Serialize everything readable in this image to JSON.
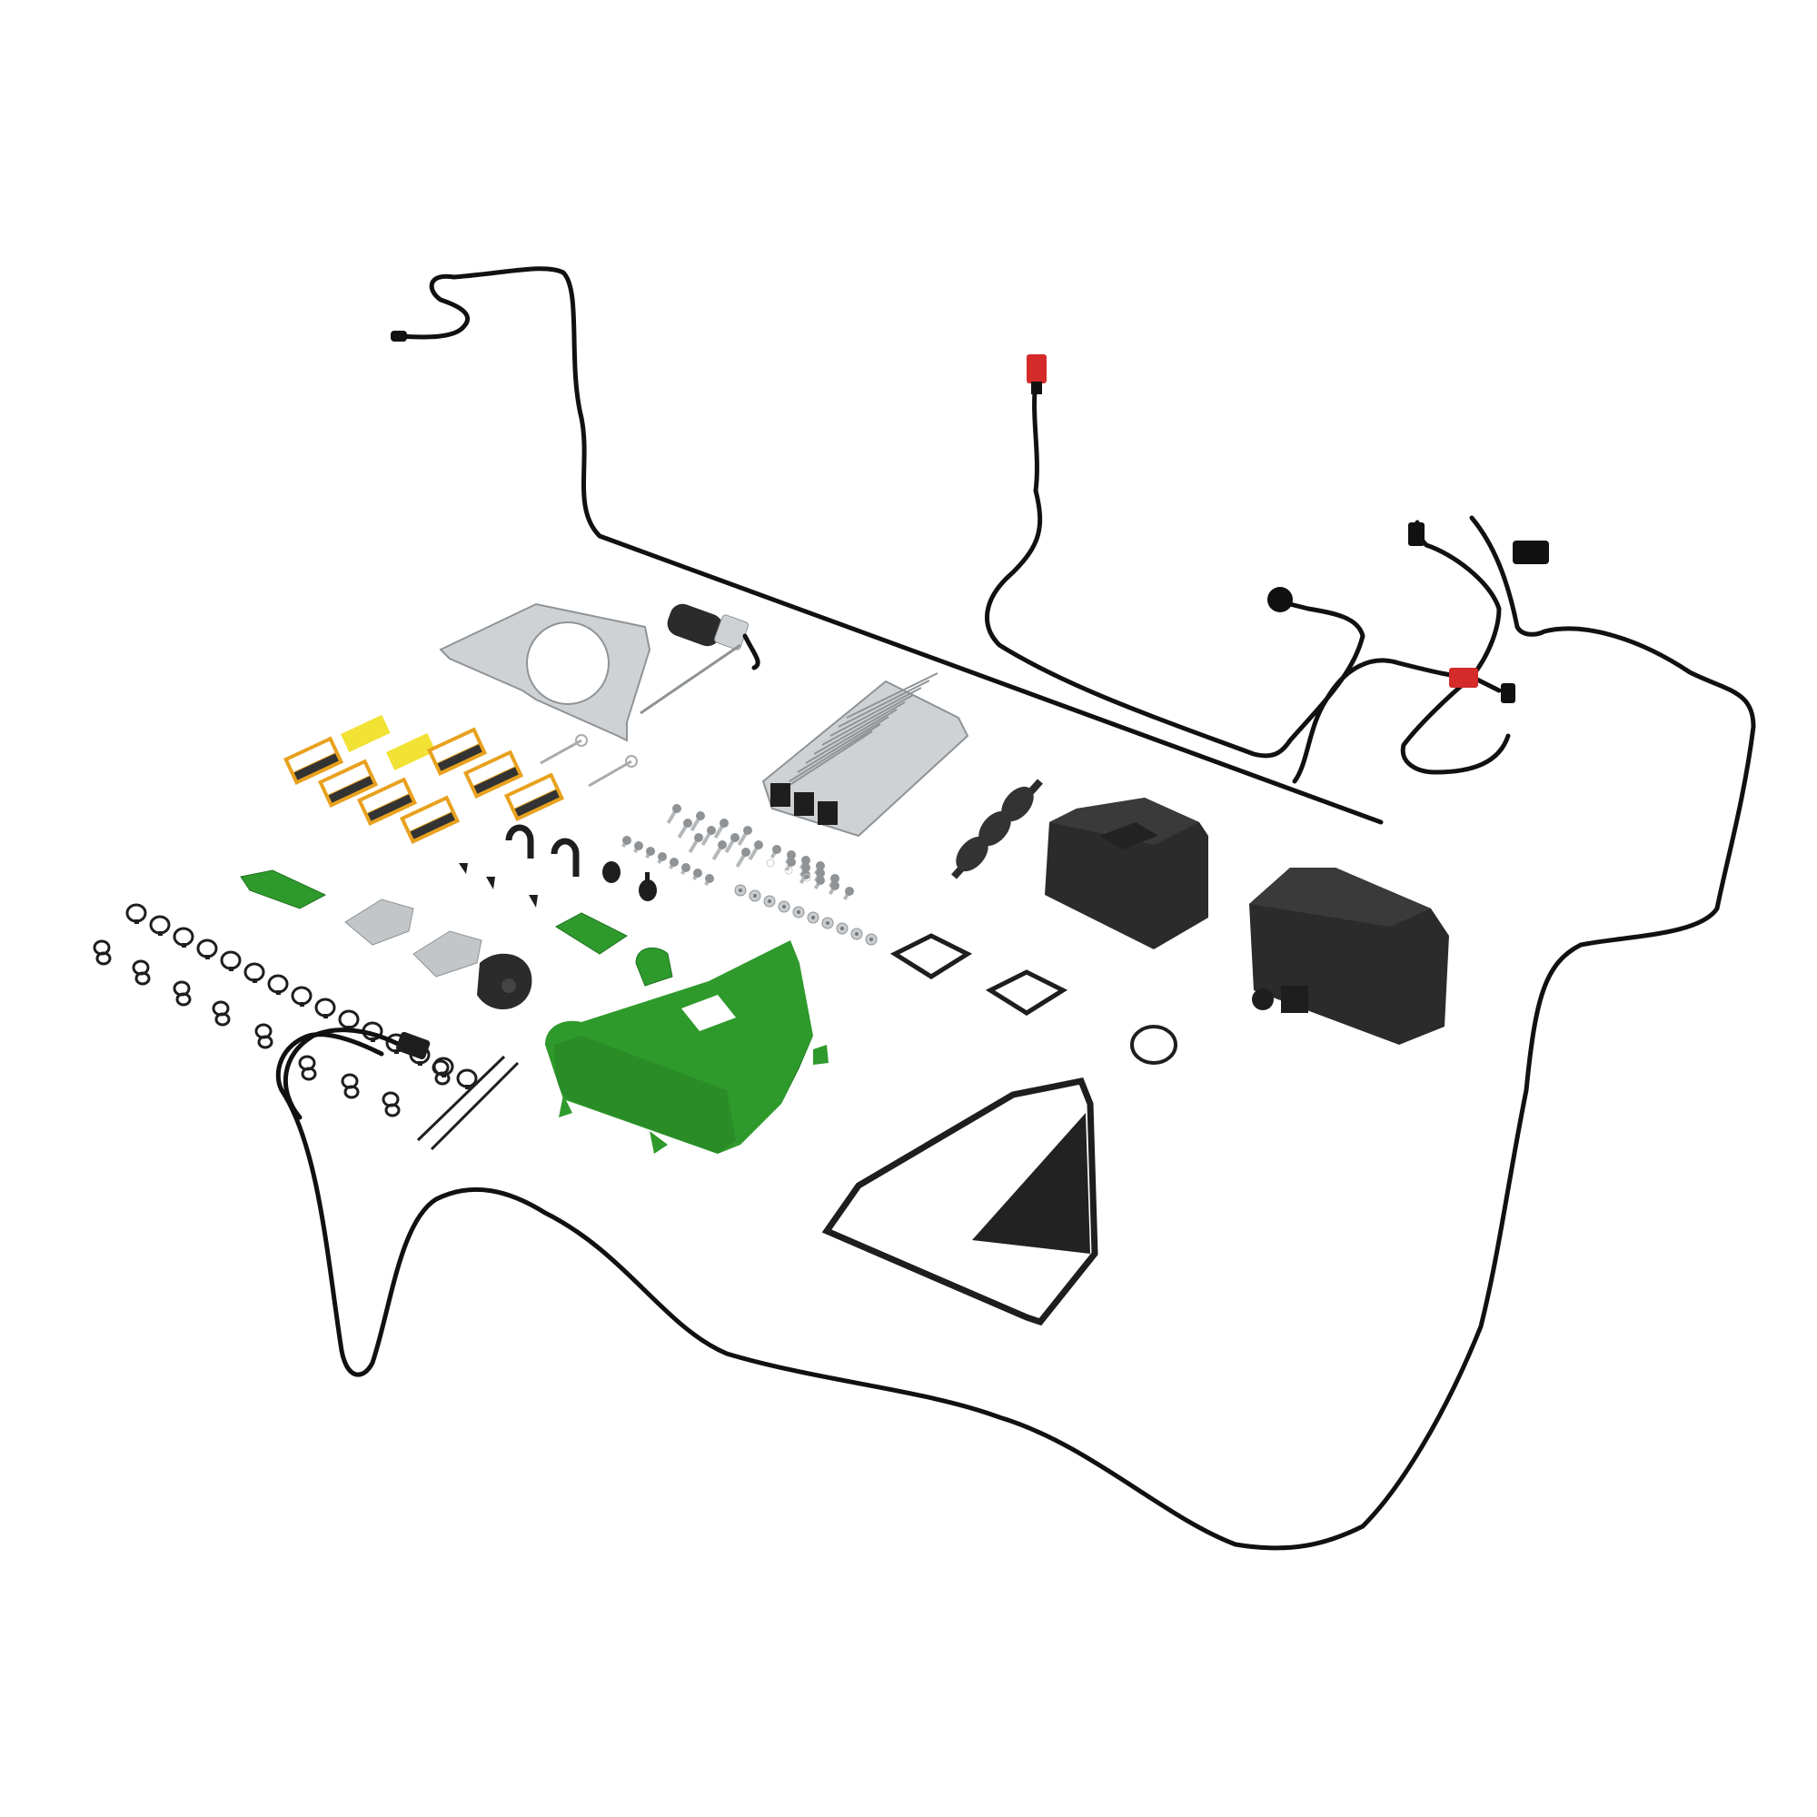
{
  "image": {
    "kind": "exploded parts kit render",
    "background": "#ffffff"
  },
  "colors": {
    "cable": "#111111",
    "green_sheet_metal": "#2f9a2c",
    "green_shadow": "#1f7220",
    "black_plastic": "#2b2b2b",
    "black_plastic_light": "#3a3a3a",
    "zinc": "#c9ccce",
    "zinc_dark": "#8f9396",
    "connector_red": "#d42a2a",
    "decal_yellow": "#f2e233",
    "decal_orange": "#e8a11e"
  },
  "parts": {
    "wiring_harnesses": 4,
    "red_connectors": 2,
    "warning_decals_orange": 7,
    "caution_decals_yellow": 2,
    "hose_clamps_large": 15,
    "hose_clamps_small": 9,
    "cable_ties": 2,
    "cotter_pins": 2,
    "p_clips": 2,
    "rubber_bumpers": 2,
    "hinge_plates_green": 2,
    "latch_brackets_zinc": 2,
    "square_gaskets": 2,
    "ring_clamp": 1,
    "bolts_long": 11,
    "bolts_short": 12,
    "screws_small": 8,
    "nuts": 10,
    "washers": 3
  }
}
